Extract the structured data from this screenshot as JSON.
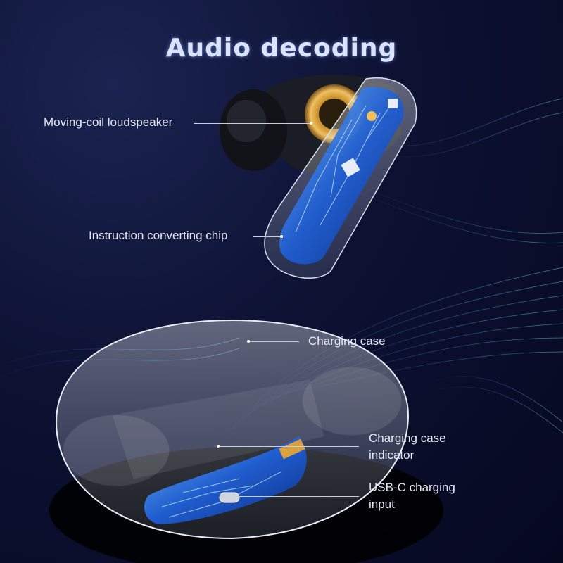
{
  "title": "Audio decoding",
  "callouts": {
    "speaker": "Moving-coil loudspeaker",
    "chip": "Instruction converting chip",
    "case": "Charging case",
    "indicator_line1": "Charging case",
    "indicator_line2": "indicator",
    "usb_line1": "USB-C charging",
    "usb_line2": "input"
  },
  "colors": {
    "background": "#0a0e2a",
    "accent_blue": "#3a8dff",
    "gold": "#c8902a",
    "text": "#e6e9f5"
  }
}
